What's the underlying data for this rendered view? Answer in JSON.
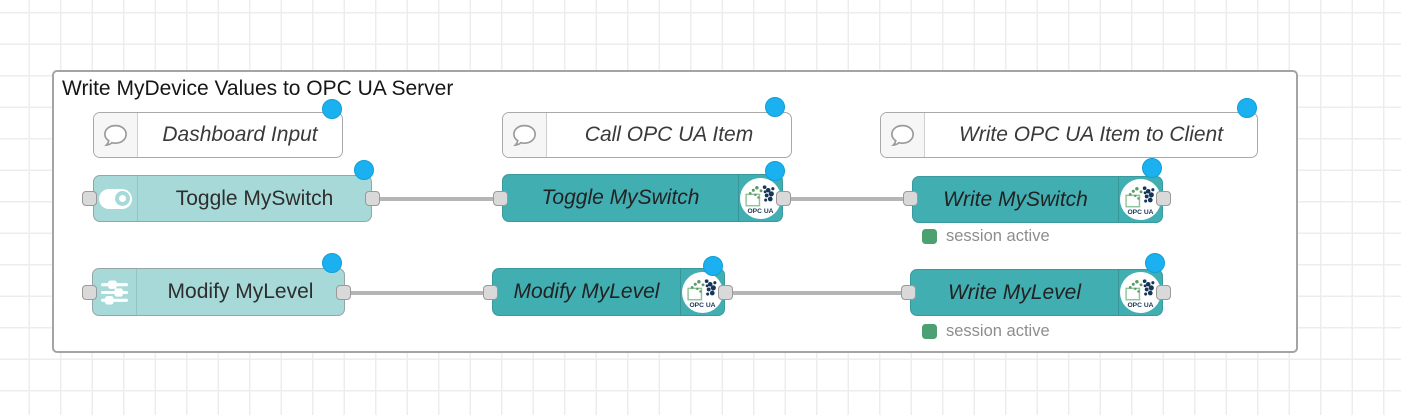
{
  "group": {
    "title": "Write MyDevice Values to OPC UA Server"
  },
  "comments": [
    {
      "label": "Dashboard Input"
    },
    {
      "label": "Call OPC UA Item"
    },
    {
      "label": "Write OPC UA Item to Client"
    }
  ],
  "nodes": [
    {
      "label": "Toggle MySwitch",
      "type": "dashboard-switch"
    },
    {
      "label": "Toggle MySwitch",
      "type": "opcua-item"
    },
    {
      "label": "Write MySwitch",
      "type": "opcua-client"
    },
    {
      "label": "Modify MyLevel",
      "type": "dashboard-slider"
    },
    {
      "label": "Modify MyLevel",
      "type": "opcua-item"
    },
    {
      "label": "Write MyLevel",
      "type": "opcua-client"
    }
  ],
  "statuses": [
    {
      "text": "session active"
    },
    {
      "text": "session active"
    }
  ],
  "opcua_badge": "OPC UA",
  "colors": {
    "canvas_bg": "#ffffff",
    "grid_line": "#ededed",
    "group_border": "#a4a4a4",
    "light_node_fill": "#a6d9d8",
    "teal_node_fill": "#41aeb2",
    "wire": "#b5b5b5",
    "port_fill": "#d9d9d9",
    "port_border": "#999999",
    "changed_dot": "#1bb1f0",
    "status_green": "#4ca071",
    "status_text": "#8d8d8d"
  }
}
